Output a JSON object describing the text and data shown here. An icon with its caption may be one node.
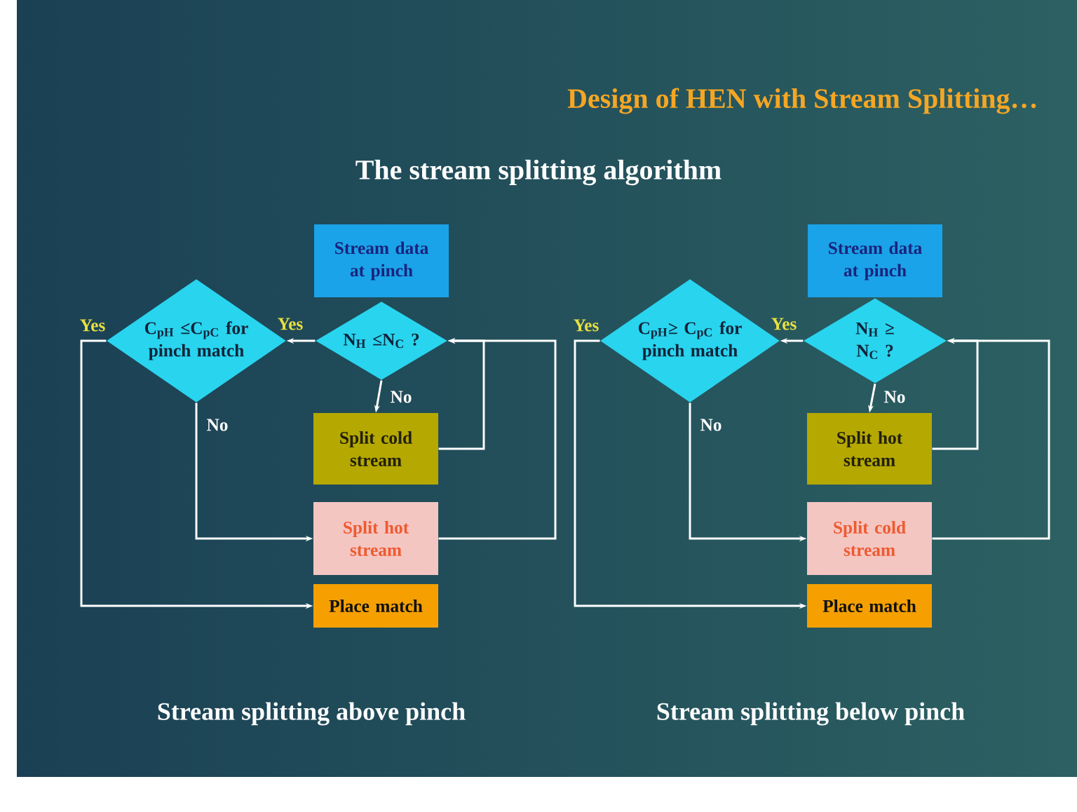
{
  "diagram": {
    "title": "Design of HEN with Stream Splitting…",
    "nodes": [
      {
        "text": [
          "Stream data at pinch"
        ]
      },
      {
        "text": [
          "C$_{pH}$ ≤C$_{pC}$ for pinch match"
        ]
      },
      {
        "text": [
          "N$_{H}$ ≤N$_{C}$ ?"
        ]
      },
      {
        "text": [
          "Split cold stream"
        ]
      },
      {
        "text": [
          "Split hot stream"
        ]
      },
      {
        "text": [
          "Place match"
        ]
      },
      {
        "text": [
          "Stream data at pinch"
        ]
      },
      {
        "text": [
          "C$_{pH}$≥ C$_{pC}$ for pinch match"
        ]
      },
      {
        "text": [
          "N$_{H}$ ≥ N$_{C}$ ?"
        ]
      },
      {
        "text": [
          "Split hot stream"
        ]
      },
      {
        "text": [
          "Split cold stream"
        ]
      },
      {
        "text": [
          "Place match"
        ]
      }
    ],
    "edges": [
      {
        "from": 2,
        "to": 1,
        "arrow": "to",
        "label": "Yes"
      },
      {
        "from": 2,
        "to": 3,
        "arrow": "to",
        "label": "No"
      },
      {
        "from": 3,
        "to": 2,
        "arrow": "to"
      },
      {
        "from": 1,
        "to": 4,
        "arrow": "to",
        "label": "No"
      },
      {
        "from": 4,
        "to": 2,
        "arrow": "to"
      },
      {
        "from": 1,
        "to": 5,
        "arrow": "to",
        "label": "Yes"
      },
      {
        "from": 8,
        "to": 7,
        "arrow": "to",
        "label": "Yes"
      },
      {
        "from": 8,
        "to": 9,
        "arrow": "to",
        "label": "No"
      },
      {
        "from": 9,
        "to": 8,
        "arrow": "to"
      },
      {
        "from": 7,
        "to": 10,
        "arrow": "to",
        "label": "No"
      },
      {
        "from": 10,
        "to": 8,
        "arrow": "to"
      },
      {
        "from": 7,
        "to": 11,
        "arrow": "to",
        "label": "Yes"
      }
    ],
    "labels": [
      "The stream splitting algorithm",
      "Stream splitting above pinch",
      "Stream splitting below pinch"
    ]
  }
}
